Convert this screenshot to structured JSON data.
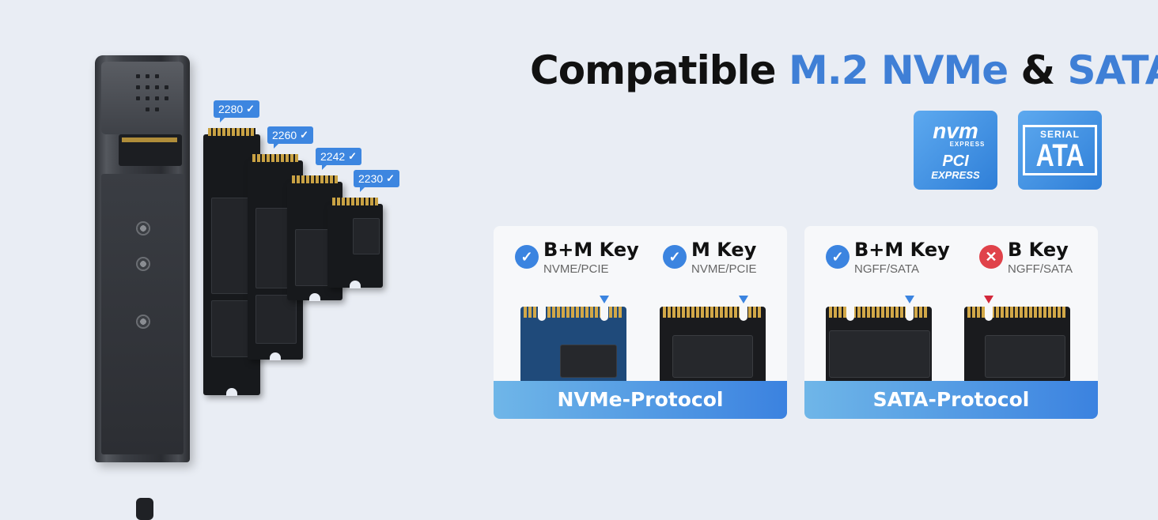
{
  "title": {
    "part1": "Compatible ",
    "part2": "M.2 NVMe",
    "part3": " & ",
    "part4": "SATA"
  },
  "sizes": [
    {
      "label": "2280",
      "check": "✓"
    },
    {
      "label": "2260",
      "check": "✓"
    },
    {
      "label": "2242",
      "check": "✓"
    },
    {
      "label": "2230",
      "check": "✓"
    }
  ],
  "logos": {
    "nvme": {
      "line1": "nvm",
      "line2": "EXPRESS",
      "line3": "PCI",
      "line4": "EXPRESS"
    },
    "sata": {
      "line1": "SERIAL",
      "line2": "ATA"
    }
  },
  "panels": {
    "nvme": {
      "keys": [
        {
          "name": "B+M Key",
          "proto": "NVME/PCIE",
          "status": "✓"
        },
        {
          "name": "M Key",
          "proto": "NVME/PCIE",
          "status": "✓"
        }
      ],
      "footer": "NVMe-Protocol"
    },
    "sata": {
      "keys": [
        {
          "name": "B+M Key",
          "proto": "NGFF/SATA",
          "status": "✓"
        },
        {
          "name": "B Key",
          "proto": "NGFF/SATA",
          "status": "✕"
        }
      ],
      "footer": "SATA-Protocol"
    }
  },
  "colors": {
    "accent": "#3f7fd6",
    "ok": "#3b84e0",
    "error": "#e0424a",
    "background": "#e9edf4"
  }
}
